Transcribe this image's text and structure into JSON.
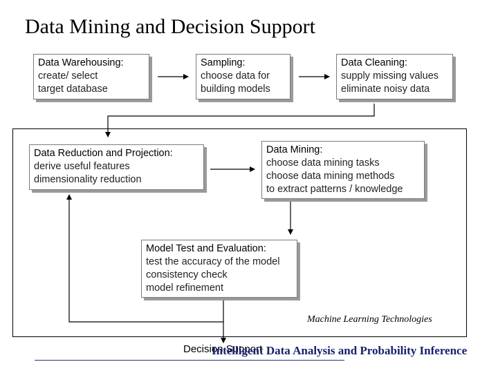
{
  "title": "Data Mining and Decision Support",
  "boxes": {
    "warehousing": {
      "heading": "Data Warehousing:",
      "lines": [
        "create/ select",
        "target database"
      ]
    },
    "sampling": {
      "heading": "Sampling:",
      "lines": [
        "choose data for",
        "building models"
      ]
    },
    "cleaning": {
      "heading": "Data Cleaning:",
      "lines": [
        "supply missing values",
        "eliminate noisy data"
      ]
    },
    "reduction": {
      "heading": "Data Reduction and Projection:",
      "lines": [
        "derive useful features",
        "dimensionality reduction"
      ]
    },
    "mining": {
      "heading": "Data Mining:",
      "lines": [
        "choose data mining tasks",
        "choose data mining methods",
        "to extract patterns / knowledge"
      ]
    },
    "evaluation": {
      "heading": "Model Test and Evaluation:",
      "lines": [
        "test the accuracy of the model",
        "consistency check",
        "model refinement"
      ]
    }
  },
  "frame_caption": "Machine Learning Technologies",
  "outcome": "Decision Support",
  "footer": "Intelligent Data Analysis and Probability Inference"
}
